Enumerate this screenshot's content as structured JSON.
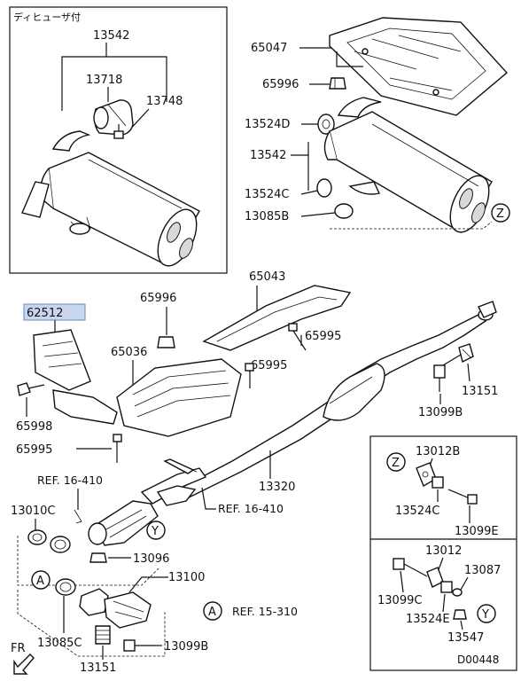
{
  "header_note": "ディヒューザ付",
  "part_numbers": {
    "p13542_top": "13542",
    "p13718": "13718",
    "p13748": "13748",
    "p65047": "65047",
    "p65996_top": "65996",
    "p13524d": "13524D",
    "p13542_right": "13542",
    "p13524c": "13524C",
    "p13085b": "13085B",
    "p62512": "62512",
    "p65996_mid": "65996",
    "p65043": "65043",
    "p65995_right": "65995",
    "p65036": "65036",
    "p65995_mid": "65995",
    "p65998": "65998",
    "p65995_low": "65995",
    "p13151_right": "13151",
    "p13099b_right": "13099B",
    "p13320": "13320",
    "p13010c": "13010C",
    "p13096": "13096",
    "p13100": "13100",
    "p13085c": "13085C",
    "p13099b_bottom": "13099B",
    "p13151_bottom": "13151",
    "p13012b": "13012B",
    "p13524c_inset": "13524C",
    "p13099e": "13099E",
    "p13012": "13012",
    "p13087": "13087",
    "p13099c": "13099C",
    "p13524e": "13524E",
    "p13547": "13547"
  },
  "references": {
    "ref_16_410_left": "REF. 16-410",
    "ref_16_410_right": "REF. 16-410",
    "ref_15_310": "REF. 15-310"
  },
  "callouts": {
    "z": "Z",
    "y": "Y",
    "a": "A"
  },
  "direction_label": "FR",
  "diagram_id": "D00448",
  "colors": {
    "highlight_fill": "#c8d7ee",
    "highlight_stroke": "#6d87b5",
    "ink": "#111111"
  }
}
